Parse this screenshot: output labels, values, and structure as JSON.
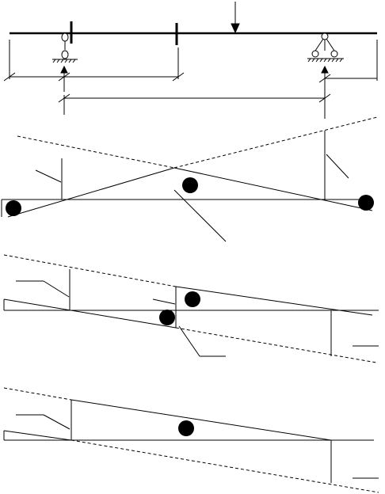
{
  "diagram": {
    "type": "influence-lines",
    "panels": [
      {
        "name": "beam-scheme",
        "elements": [
          "beam",
          "left-pin-support",
          "right-roller-support",
          "load-arrow",
          "dimension-lines"
        ]
      },
      {
        "name": "influence-line-reactions",
        "signs": [
          "",
          "",
          ""
        ]
      },
      {
        "name": "influence-line-shear-1",
        "signs": [
          "+",
          "−"
        ]
      },
      {
        "name": "influence-line-shear-2",
        "signs": [
          "+"
        ]
      }
    ],
    "colors": {
      "stroke": "#000000",
      "background": "#ffffff"
    }
  }
}
